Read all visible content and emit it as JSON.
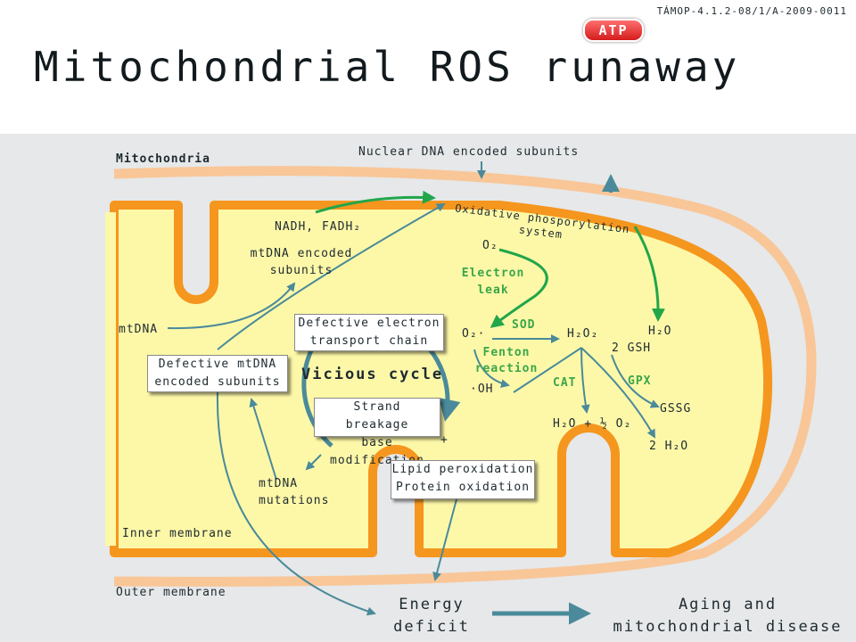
{
  "header": {
    "project_code": "TÁMOP-4.1.2-08/1/A-2009-0011",
    "title": "Mitochondrial ROS runaway"
  },
  "labels": {
    "mitochondria": "Mitochondria",
    "nuclear_dna": "Nuclear DNA encoded subunits",
    "atp": "ATP",
    "oxphos_line1": "Oxidative phosporylation",
    "oxphos_line2": "system",
    "nadh": "NADH, FADH₂",
    "mtdna_encoded_line1": "mtDNA encoded",
    "mtdna_encoded_line2": "subunits",
    "o2": "O₂",
    "electron_leak_line1": "Electron",
    "electron_leak_line2": "leak",
    "mtdna": "mtDNA",
    "superoxide": "O₂·",
    "sod": "SOD",
    "h2o2": "H₂O₂",
    "h2o_top": "H₂O",
    "gsh": "2 GSH",
    "fenton_line1": "Fenton",
    "fenton_line2": "reaction",
    "hydroxyl": "·OH",
    "cat": "CAT",
    "gpx": "GPX",
    "gssg": "GSSG",
    "h2o_half_o2": "H₂O  + ½ O₂",
    "two_h2o": "2 H₂O",
    "vicious_cycle": "Vicious cycle",
    "plus": "+",
    "mtdna_mutations_line1": "mtDNA",
    "mtdna_mutations_line2": "mutations",
    "inner_membrane": "Inner membrane",
    "outer_membrane": "Outer membrane",
    "energy_deficit_line1": "Energy",
    "energy_deficit_line2": "deficit",
    "aging_line1": "Aging and",
    "aging_line2": "mitochondrial disease"
  },
  "boxes": {
    "defective_etc_line1": "Defective electron",
    "defective_etc_line2": "transport chain",
    "defective_mtdna_line1": "Defective mtDNA",
    "defective_mtdna_line2": "encoded subunits",
    "strand_line1": "Strand",
    "strand_line2": "breakage",
    "strand_line3": "base",
    "strand_line4": "modification",
    "lipid_line1": "Lipid peroxidation",
    "lipid_line2": "Protein oxidation"
  },
  "colors": {
    "matrix": "#fdf8a8",
    "inner_membrane": "#f5961e",
    "outer_membrane": "#f9c698",
    "background": "#e6e8e9",
    "arrow_teal": "#4a8a9a",
    "arrow_green": "#22a64a",
    "atp_red": "#e52b2b"
  }
}
